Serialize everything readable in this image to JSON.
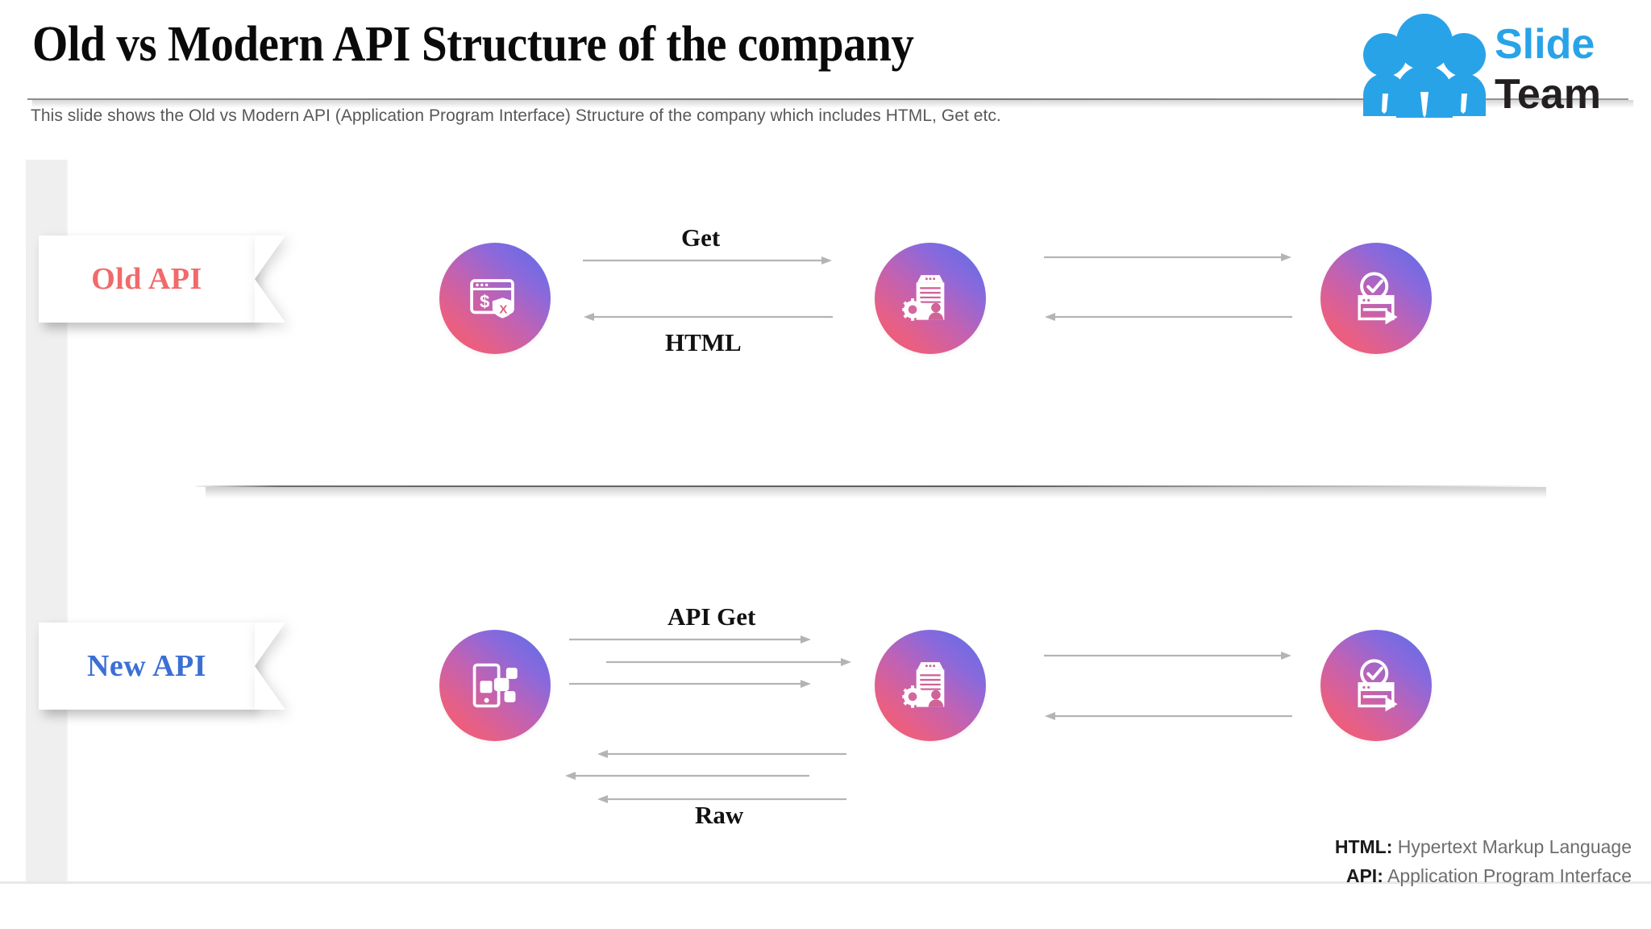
{
  "header": {
    "title": "Old vs Modern API Structure of the company",
    "subtitle": "This slide shows the Old vs Modern API (Application Program Interface) Structure of the company which includes HTML, Get etc."
  },
  "logo": {
    "name_part1": "Slide",
    "name_part2": "Team",
    "blue": "#29A3E8",
    "dark": "#231F20"
  },
  "palette": {
    "gradient_start": "#F0566F",
    "gradient_end": "#5A6DE6",
    "old_api_color": "#F06A6A",
    "new_api_color": "#3B6FD4",
    "arrow_color": "#B4B4B8"
  },
  "rows": [
    {
      "id": "old",
      "banner_label": "Old API",
      "nodes": [
        {
          "icon": "browser-dollar-shield-icon",
          "label": "client-browser-payment"
        },
        {
          "icon": "document-gear-user-icon",
          "label": "server-processing"
        },
        {
          "icon": "check-window-play-icon",
          "label": "verified-output"
        }
      ],
      "flows": [
        {
          "label": "Get",
          "position": "above",
          "direction": "right"
        },
        {
          "label": "HTML",
          "position": "below",
          "direction": "left"
        }
      ]
    },
    {
      "id": "new",
      "banner_label": "New API",
      "nodes": [
        {
          "icon": "mobile-nodes-icon",
          "label": "client-devices"
        },
        {
          "icon": "document-gear-user-icon",
          "label": "server-processing"
        },
        {
          "icon": "check-window-play-icon",
          "label": "verified-output"
        }
      ],
      "flows": [
        {
          "label": "API Get",
          "position": "above",
          "direction": "right"
        },
        {
          "label": "Raw",
          "position": "below",
          "direction": "left"
        }
      ]
    }
  ],
  "legend": [
    {
      "key": "HTML",
      "separator": ":",
      "definition": "Hypertext Markup Language"
    },
    {
      "key": "API",
      "separator": ":",
      "definition": "Application Program Interface"
    }
  ]
}
